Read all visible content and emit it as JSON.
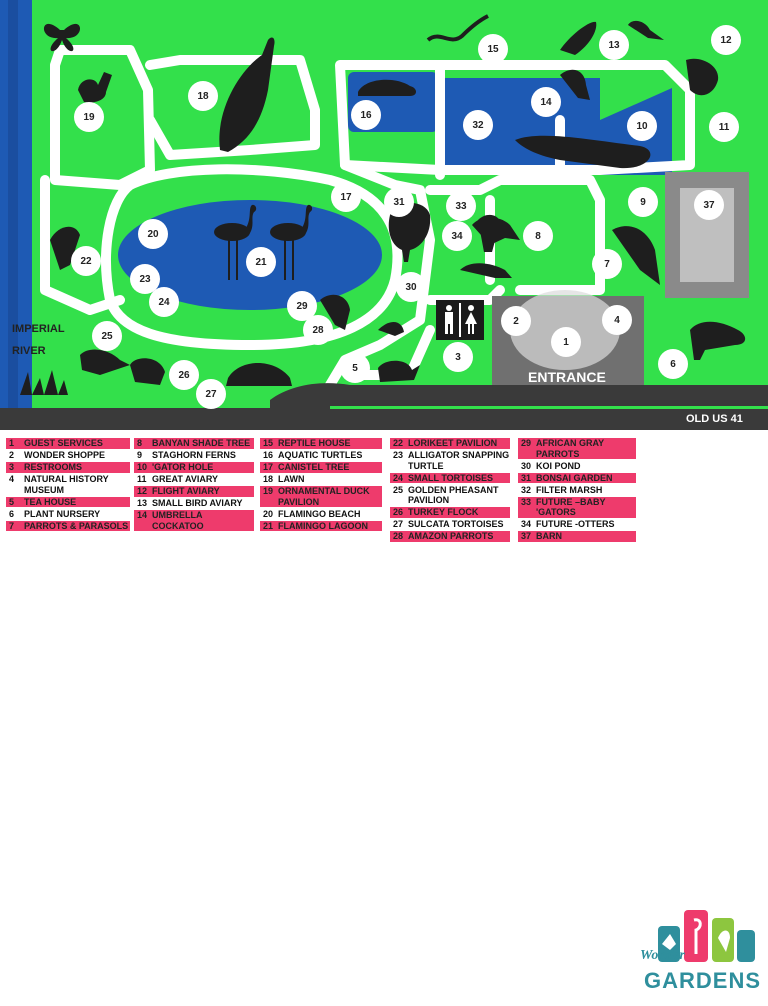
{
  "map": {
    "river_label": "IMPERIAL RIVER",
    "river_label_line1": "IMPERIAL",
    "river_label_line2": "RIVER",
    "entrance_label": "ENTRANCE",
    "road_label": "OLD US 41",
    "markers": [
      "1",
      "2",
      "3",
      "4",
      "5",
      "6",
      "7",
      "8",
      "9",
      "10",
      "11",
      "12",
      "13",
      "14",
      "15",
      "16",
      "17",
      "18",
      "19",
      "20",
      "21",
      "22",
      "23",
      "24",
      "25",
      "26",
      "27",
      "28",
      "29",
      "30",
      "31",
      "32",
      "33",
      "34",
      "37"
    ],
    "restroom_icon": "restroom-icon",
    "colors": {
      "grass": "#33e04b",
      "water": "#1e5ab4",
      "path": "#ffffff",
      "road": "#3a3a3a",
      "entrance": "#707070",
      "highlight": "#ee3b6c"
    }
  },
  "legend": {
    "col1": [
      {
        "num": "1",
        "label": "Guest Services",
        "hl": true
      },
      {
        "num": "2",
        "label": "Wonder Shoppe",
        "hl": false
      },
      {
        "num": "3",
        "label": "Restrooms",
        "hl": true
      },
      {
        "num": "4",
        "label": "Natural History Museum",
        "hl": false
      },
      {
        "num": "5",
        "label": "Tea House",
        "hl": true
      },
      {
        "num": "6",
        "label": "Plant Nursery",
        "hl": false
      },
      {
        "num": "7",
        "label": "Parrots & Parasols",
        "hl": true
      }
    ],
    "col2": [
      {
        "num": "8",
        "label": "Banyan Shade Tree",
        "hl": true
      },
      {
        "num": "9",
        "label": "Staghorn Ferns",
        "hl": false
      },
      {
        "num": "10",
        "label": "'Gator Hole",
        "hl": true
      },
      {
        "num": "11",
        "label": "Great Aviary",
        "hl": false
      },
      {
        "num": "12",
        "label": "Flight Aviary",
        "hl": true
      },
      {
        "num": "13",
        "label": "Small Bird Aviary",
        "hl": false
      },
      {
        "num": "14",
        "label": "Umbrella Cockatoo",
        "hl": true
      }
    ],
    "col3": [
      {
        "num": "15",
        "label": "Reptile House",
        "hl": true
      },
      {
        "num": "16",
        "label": "Aquatic Turtles",
        "hl": false
      },
      {
        "num": "17",
        "label": "Canistel Tree",
        "hl": true
      },
      {
        "num": "18",
        "label": "Lawn",
        "hl": false
      },
      {
        "num": "19",
        "label": "Ornamental Duck Pavilion",
        "hl": true
      },
      {
        "num": "20",
        "label": "Flamingo Beach",
        "hl": false
      },
      {
        "num": "21",
        "label": "Flamingo Lagoon",
        "hl": true
      }
    ],
    "col4": [
      {
        "num": "22",
        "label": "Lorikeet Pavilion",
        "hl": true
      },
      {
        "num": "23",
        "label": "Alligator Snapping Turtle",
        "hl": false
      },
      {
        "num": "24",
        "label": "Small Tortoises",
        "hl": true
      },
      {
        "num": "25",
        "label": "Golden Pheasant Pavilion",
        "hl": false
      },
      {
        "num": "26",
        "label": "Turkey Flock",
        "hl": true
      },
      {
        "num": "27",
        "label": "Sulcata Tortoises",
        "hl": false
      },
      {
        "num": "28",
        "label": "Amazon Parrots",
        "hl": true
      }
    ],
    "col5": [
      {
        "num": "29",
        "label": "African Gray Parrots",
        "hl": true
      },
      {
        "num": "30",
        "label": "Koi Pond",
        "hl": false
      },
      {
        "num": "31",
        "label": "Bonsai Garden",
        "hl": true
      },
      {
        "num": "32",
        "label": "Filter Marsh",
        "hl": false
      },
      {
        "num": "33",
        "label": "Future –Baby 'Gators",
        "hl": true
      },
      {
        "num": "34",
        "label": "Future -Otters",
        "hl": false
      },
      {
        "num": "37",
        "label": "Barn",
        "hl": true
      }
    ]
  },
  "logo": {
    "line1": "Wonder",
    "line2": "GARDENS"
  }
}
